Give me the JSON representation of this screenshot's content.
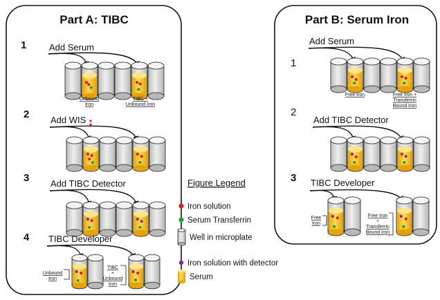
{
  "partA": {
    "title": "Part A: TIBC",
    "steps": [
      {
        "num": "1",
        "label": "Add Serum"
      },
      {
        "num": "2",
        "label": "Add WIS"
      },
      {
        "num": "3",
        "label": "Add TIBC Detector"
      },
      {
        "num": "4",
        "label": "TIBC Developer"
      }
    ],
    "step1_labels": {
      "left": [
        "Unbound",
        "Iron"
      ],
      "right": [
        "TIBC +",
        "Unbound Iron"
      ]
    },
    "step4_labels": {
      "left": [
        "Unbound",
        "Iron"
      ],
      "right": [
        "TIBC",
        "+",
        "Unbound",
        "Iron"
      ]
    }
  },
  "partB": {
    "title": "Part B: Serum Iron",
    "steps": [
      {
        "num": "1",
        "label": "Add Serum"
      },
      {
        "num": "2",
        "label": "Add TIBC Detector"
      },
      {
        "num": "3",
        "label": "TIBC Developer"
      }
    ],
    "step1_labels": {
      "left": [
        "Free Iron"
      ],
      "right": [
        "Free Iron +",
        "Transferrin",
        "Bound Iron"
      ]
    },
    "step3_labels": {
      "left": [
        "Free",
        "Iron"
      ],
      "right": [
        "Free Iron",
        "+",
        "Transferrin",
        "Bound Iron"
      ]
    }
  },
  "legend": {
    "title": "Figure Legend",
    "items": [
      {
        "label": "Iron solution",
        "icon": "red-dot-icon",
        "color": "#d42020"
      },
      {
        "label": "Serum Transferrin",
        "icon": "green-dot-icon",
        "color": "#2aa02a"
      },
      {
        "label": "Well in microplate",
        "icon": "well-icon",
        "color": "#d9d9d9"
      },
      {
        "label": "Iron solution with detector",
        "icon": "purple-dot-icon",
        "color": "#7b2aa8"
      },
      {
        "label": "Serum",
        "icon": "serum-icon",
        "color": "#f5c025"
      }
    ]
  },
  "colors": {
    "well": "#d9d9d9",
    "serum": "#f5c025",
    "serumLight": "#fbe38a",
    "outline": "#333333"
  }
}
